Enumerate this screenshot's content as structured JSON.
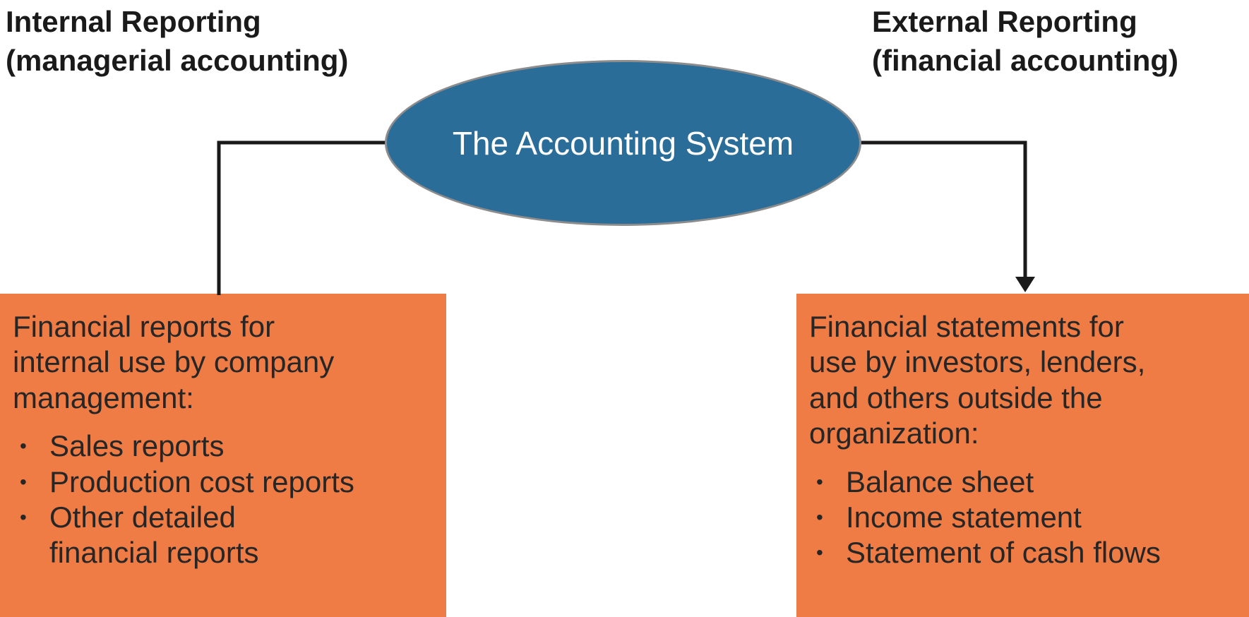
{
  "palette": {
    "ellipse_fill": "#2a6d99",
    "ellipse_border": "#8c8c8c",
    "ellipse_text": "#ffffff",
    "box_fill": "#ef7b45",
    "connector": "#1a1a1a",
    "heading_text": "#1a1a1a",
    "box_text": "#262626"
  },
  "ellipse": {
    "label": "The Accounting System"
  },
  "left_branch": {
    "heading_line1": "Internal Reporting",
    "heading_line2": "(managerial accounting)",
    "intro_lines": [
      "Financial reports for",
      "internal use by company",
      "management:"
    ],
    "bullet_glyph": "•",
    "bullets": [
      "Sales reports",
      "Production cost reports",
      "Other detailed\nfinancial reports"
    ]
  },
  "right_branch": {
    "heading_line1": "External Reporting",
    "heading_line2": "(financial accounting)",
    "intro_lines": [
      "Financial statements for",
      "use by investors, lenders,",
      "and others outside the",
      "organization:"
    ],
    "bullet_glyph": "•",
    "bullets": [
      "Balance sheet",
      "Income statement",
      "Statement of cash flows"
    ]
  }
}
